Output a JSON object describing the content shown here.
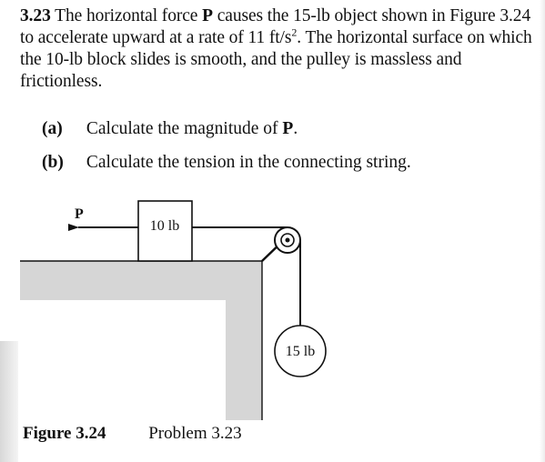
{
  "problem": {
    "number": "3.23",
    "text_before_P": "The horizontal force",
    "force_symbol": "P",
    "text_after_P": "causes the 15-lb object shown in Figure 3.24 to accelerate upward at a rate of 11 ft/s",
    "accel_exponent": "2",
    "text_rest": ". The horizontal surface on which the 10-lb block slides is smooth, and the pulley is massless and frictionless.",
    "parts": [
      {
        "label": "(a)",
        "text": "Calculate the magnitude of",
        "symbol": "P",
        "suffix": "."
      },
      {
        "label": "(b)",
        "text": "Calculate the tension in the connecting string.",
        "symbol": "",
        "suffix": ""
      }
    ]
  },
  "figure": {
    "force_label": "P",
    "block_label": "10 lb",
    "hanging_label": "15 lb",
    "colors": {
      "surface": "#d6d6d6",
      "ink": "#111111"
    }
  },
  "caption": {
    "figure": "Figure 3.24",
    "problem": "Problem 3.23"
  }
}
